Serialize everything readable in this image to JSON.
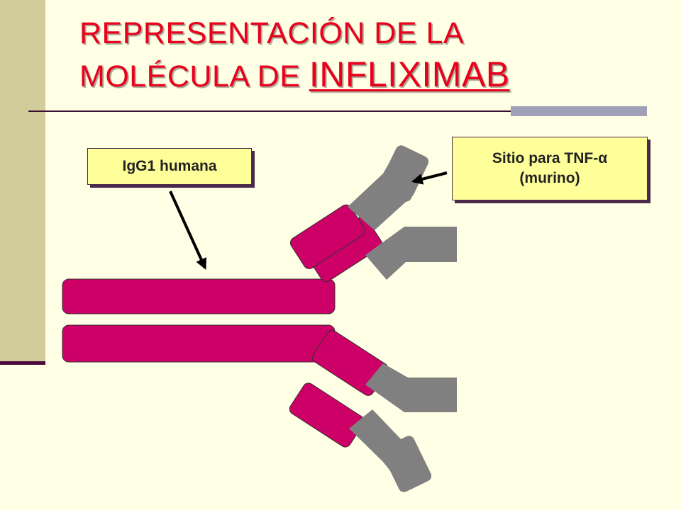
{
  "title": {
    "line1": "REPRESENTACIÓN DE LA",
    "line2_prefix": "MOLÉCULA DE ",
    "line2_emphasis": "INFLIXIMAB"
  },
  "callouts": {
    "human_part": "IgG1 humana",
    "binding_site_line1": "Sitio para TNF-α",
    "binding_site_line2": "(murino)"
  },
  "colors": {
    "human_region": "#cc0066",
    "murine_region": "#808080",
    "title_text": "#e8001c",
    "callout_fill": "#ffff99",
    "background": "#ffffe5"
  }
}
